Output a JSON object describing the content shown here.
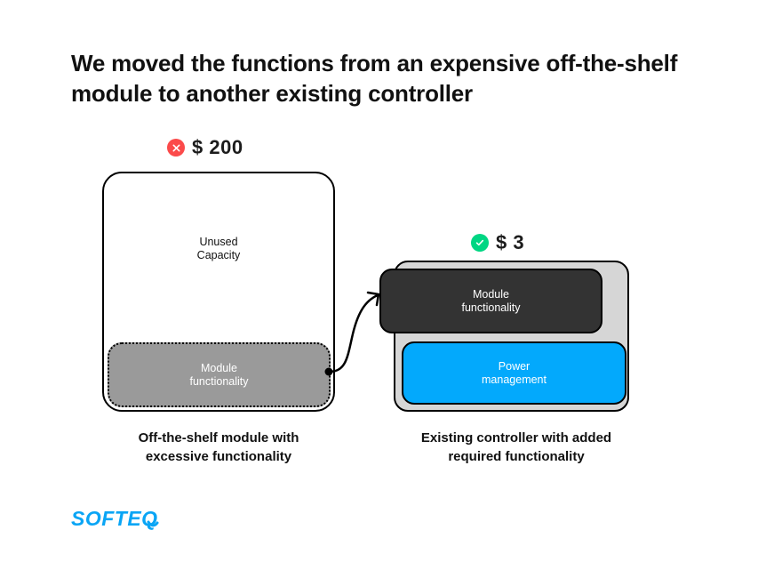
{
  "title": "We moved the functions from an expensive off-the-shelf module to another existing controller",
  "badges": {
    "left": {
      "icon": "circle-x-icon",
      "price": "$ 200",
      "color": "#fb4a4a"
    },
    "right": {
      "icon": "circle-check-icon",
      "price": "$ 3",
      "color": "#00d683"
    }
  },
  "left_card": {
    "unused_label": "Unused\nCapacity",
    "unused_line1": "Unused",
    "unused_line2": "Capacity",
    "module_line1": "Module",
    "module_line2": "functionality",
    "fill": "#ffffff",
    "module_fill": "#9a9a9a",
    "caption_line1": "Off-the-shelf module with",
    "caption_line2": "excessive functionality"
  },
  "right_card": {
    "module_line1": "Module",
    "module_line2": "functionality",
    "power_line1": "Power",
    "power_line2": "management",
    "container_fill": "#d6d6d6",
    "module_fill": "#333333",
    "power_fill": "#03a9fc",
    "caption_line1": "Existing controller with added",
    "caption_line2": "required functionality"
  },
  "connector": {
    "name": "curved-arrow",
    "from": "left-module-box",
    "to": "right-module-box"
  },
  "logo": {
    "text": "SOFTEQ",
    "color": "#0aa5f5"
  }
}
